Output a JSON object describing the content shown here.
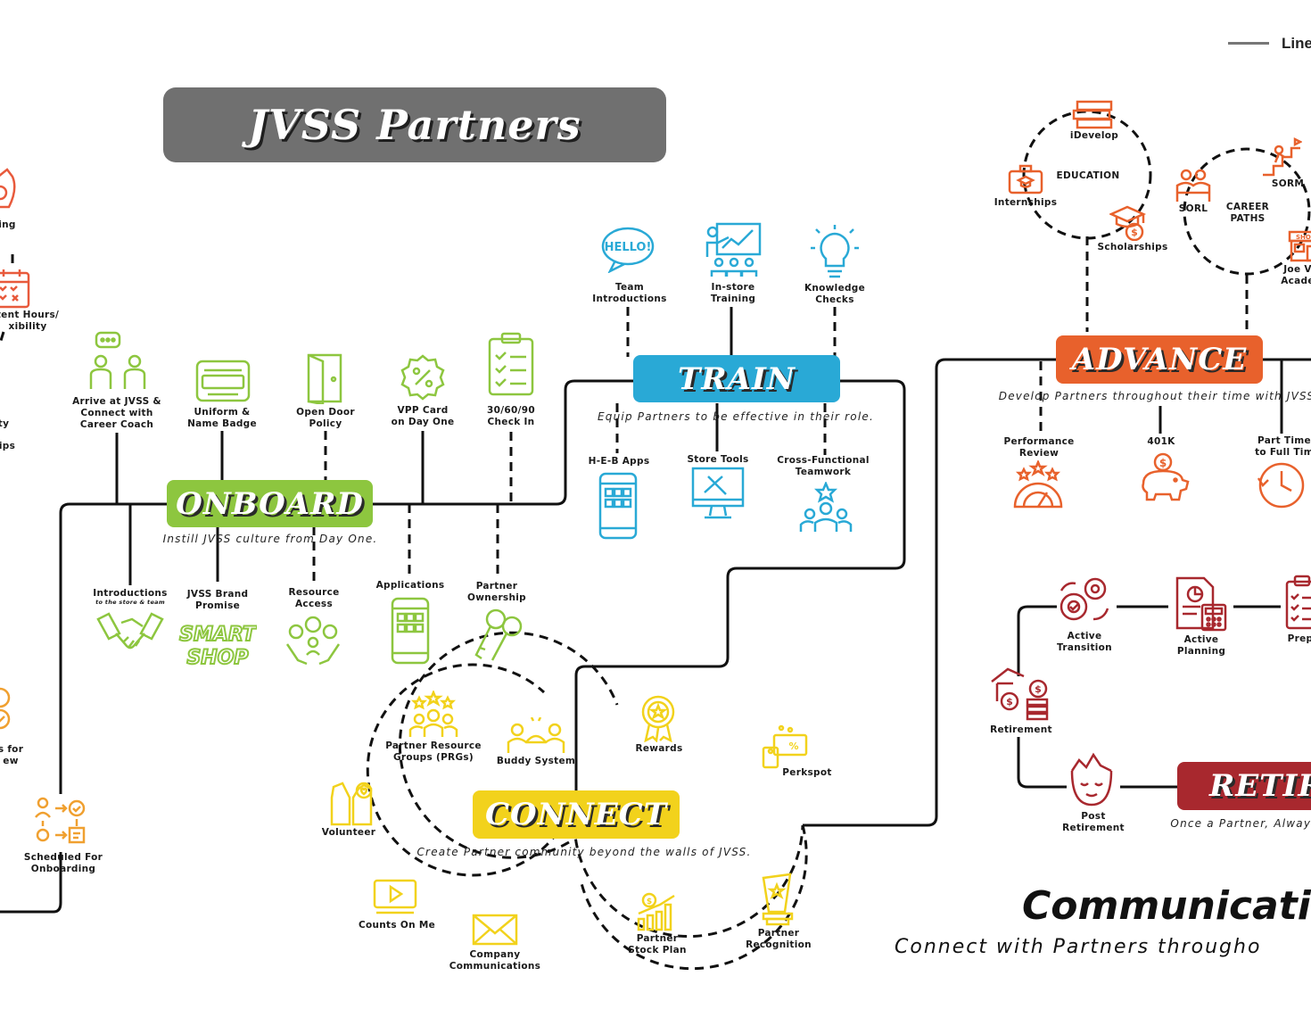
{
  "title": "JVSS Partners",
  "legend": {
    "label": "Line"
  },
  "colors": {
    "onboard": "#8dc63f",
    "train": "#29a9d6",
    "advance": "#e8612c",
    "retire": "#a8282e",
    "connect": "#f2d21c",
    "leftcol": "#e85a3c",
    "scheduled": "#f0a030",
    "line": "#111111"
  },
  "sections": {
    "onboard": {
      "label": "ONBOARD",
      "tagline": "Instill JVSS culture from Day One."
    },
    "train": {
      "label": "TRAIN",
      "tagline": "Equip Partners to be effective in their role."
    },
    "connect": {
      "label": "CONNECT",
      "tagline": "Create Partner community beyond the walls of JVSS."
    },
    "advance": {
      "label": "ADVANCE",
      "tagline": "Develop Partners throughout their time with JVSS"
    },
    "retire": {
      "label": "RETIRE",
      "tagline": "Once a Partner, Always"
    }
  },
  "nodes": {
    "ob_arrive": {
      "label": "Arrive at JVSS &\nConnect with\nCareer Coach",
      "icon": "meeting-icon"
    },
    "ob_uniform": {
      "label": "Uniform &\nName Badge",
      "icon": "badge-icon"
    },
    "ob_opendoor": {
      "label": "Open Door\nPolicy",
      "icon": "door-icon"
    },
    "ob_vpp": {
      "label": "VPP Card\non Day One",
      "icon": "percent-badge-icon"
    },
    "ob_checkin": {
      "label": "30/60/90\nCheck In",
      "icon": "clipboard-icon"
    },
    "ob_intro": {
      "label": "Introductions",
      "sub": "to the store & team",
      "icon": "handshake-icon"
    },
    "ob_brand": {
      "label": "JVSS Brand\nPromise",
      "icon": "smart-shop-logo-icon"
    },
    "ob_resource": {
      "label": "Resource\nAccess",
      "icon": "resource-hands-icon"
    },
    "ob_apps": {
      "label": "Applications",
      "icon": "phone-apps-icon"
    },
    "ob_ownership": {
      "label": "Partner\nOwnership",
      "icon": "keys-icon"
    },
    "tr_team": {
      "label": "Team\nIntroductions",
      "icon": "hello-bubble-icon"
    },
    "tr_instore": {
      "label": "In-store\nTraining",
      "icon": "presentation-icon"
    },
    "tr_knowledge": {
      "label": "Knowledge\nChecks",
      "icon": "lightbulb-icon"
    },
    "tr_heb": {
      "label": "H-E-B Apps",
      "icon": "phone-apps-icon"
    },
    "tr_tools": {
      "label": "Store Tools",
      "icon": "tools-monitor-icon"
    },
    "tr_cross": {
      "label": "Cross-Functional\nTeamwork",
      "icon": "team-star-icon"
    },
    "cn_prg": {
      "label": "Partner Resource\nGroups (PRGs)",
      "icon": "group-stars-icon"
    },
    "cn_buddy": {
      "label": "Buddy System",
      "icon": "buddy-bridge-icon"
    },
    "cn_volunteer": {
      "label": "Volunteer",
      "icon": "vest-heart-icon"
    },
    "cn_counts": {
      "label": "Counts On Me",
      "icon": "video-player-icon"
    },
    "cn_comms": {
      "label": "Company\nCommunications",
      "icon": "envelope-icon"
    },
    "cn_rewards": {
      "label": "Rewards",
      "icon": "medal-icon"
    },
    "cn_perkspot": {
      "label": "Perkspot",
      "icon": "discount-tag-icon"
    },
    "cn_stock": {
      "label": "Partner\nStock Plan",
      "icon": "stock-chart-icon"
    },
    "cn_recognition": {
      "label": "Partner\nRecognition",
      "icon": "trophy-icon"
    },
    "ad_perf": {
      "label": "Performance\nReview",
      "icon": "gauge-stars-icon"
    },
    "ad_401k": {
      "label": "401K",
      "icon": "piggy-bank-icon"
    },
    "ad_parttime": {
      "label": "Part Time\nto Full Tim",
      "icon": "clock-icon"
    },
    "ed_title": {
      "label": "EDUCATION"
    },
    "ed_idevelop": {
      "label": "iDevelop",
      "icon": "books-icon"
    },
    "ed_intern": {
      "label": "Internships",
      "icon": "briefcase-cap-icon"
    },
    "ed_scholar": {
      "label": "Scholarships",
      "icon": "cap-coin-icon"
    },
    "cp_title": {
      "label": "CAREER\nPATHS"
    },
    "cp_sorl": {
      "label": "SORL",
      "icon": "chair-people-icon"
    },
    "cp_sorm": {
      "label": "SORM",
      "icon": "climb-icon"
    },
    "cp_academy": {
      "label": "Joe V\nAcade",
      "icon": "shop-icon"
    },
    "rt_transition": {
      "label": "Active\nTransition",
      "icon": "gears-icon"
    },
    "rt_planning": {
      "label": "Active\nPlanning",
      "icon": "calculator-doc-icon"
    },
    "rt_prep": {
      "label": "Prep",
      "icon": "checklist-icon"
    },
    "rt_retirement": {
      "label": "Retirement",
      "icon": "hand-coins-icon"
    },
    "rt_post": {
      "label": "Post\nRetirement",
      "icon": "relaxed-head-icon"
    },
    "lc_ing": {
      "label": "ing"
    },
    "lc_hours": {
      "label": "tent Hours/\nxibility",
      "icon": "calendar-icon"
    },
    "lc_ty": {
      "label": "ty"
    },
    "lc_ips": {
      "label": "ips"
    },
    "lc_sfor": {
      "label": "s for\new"
    },
    "lc_scheduled": {
      "label": "Scheduled For\nOnboarding",
      "icon": "process-flow-icon"
    }
  },
  "communication": {
    "title": "Communicati",
    "subtitle": "Connect with Partners througho"
  }
}
